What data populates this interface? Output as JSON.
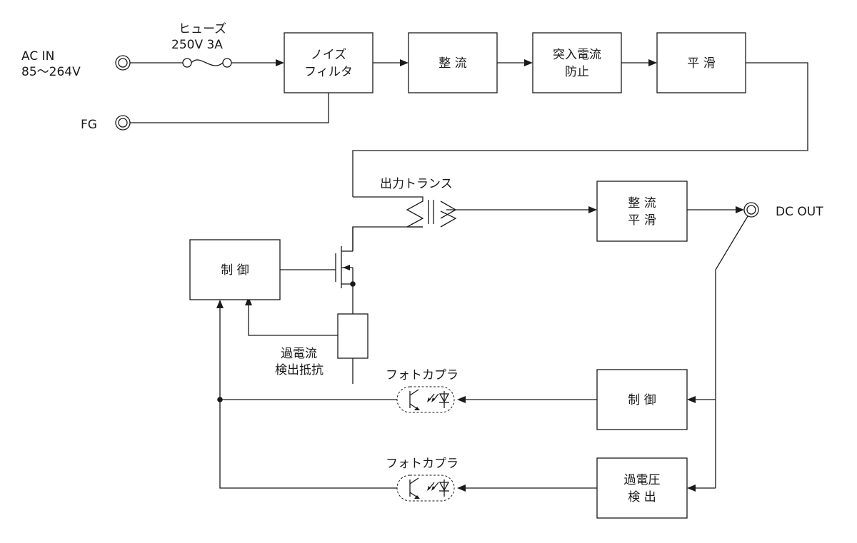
{
  "inputs": {
    "ac_in": [
      "AC IN",
      "85〜264V"
    ],
    "fg": "FG"
  },
  "fuse": {
    "label": "ヒューズ",
    "rating": "250V 3A"
  },
  "blocks": {
    "noise_filter": [
      "ノイズ",
      "フィルタ"
    ],
    "rectifier": "整 流",
    "inrush_prevention": [
      "突入電流",
      "防止"
    ],
    "smoothing": "平 滑",
    "primary_control": "制 御",
    "secondary_rect_smooth": [
      "整 流",
      "平 滑"
    ],
    "secondary_control": "制 御",
    "overvoltage_detect": [
      "過電圧",
      "検 出"
    ]
  },
  "labels": {
    "transformer": "出力トランス",
    "current_sense": [
      "過電流",
      "検出抵抗"
    ],
    "photocoupler_1": "フォトカプラ",
    "photocoupler_2": "フォトカプラ"
  },
  "outputs": {
    "dc_out": "DC OUT"
  }
}
